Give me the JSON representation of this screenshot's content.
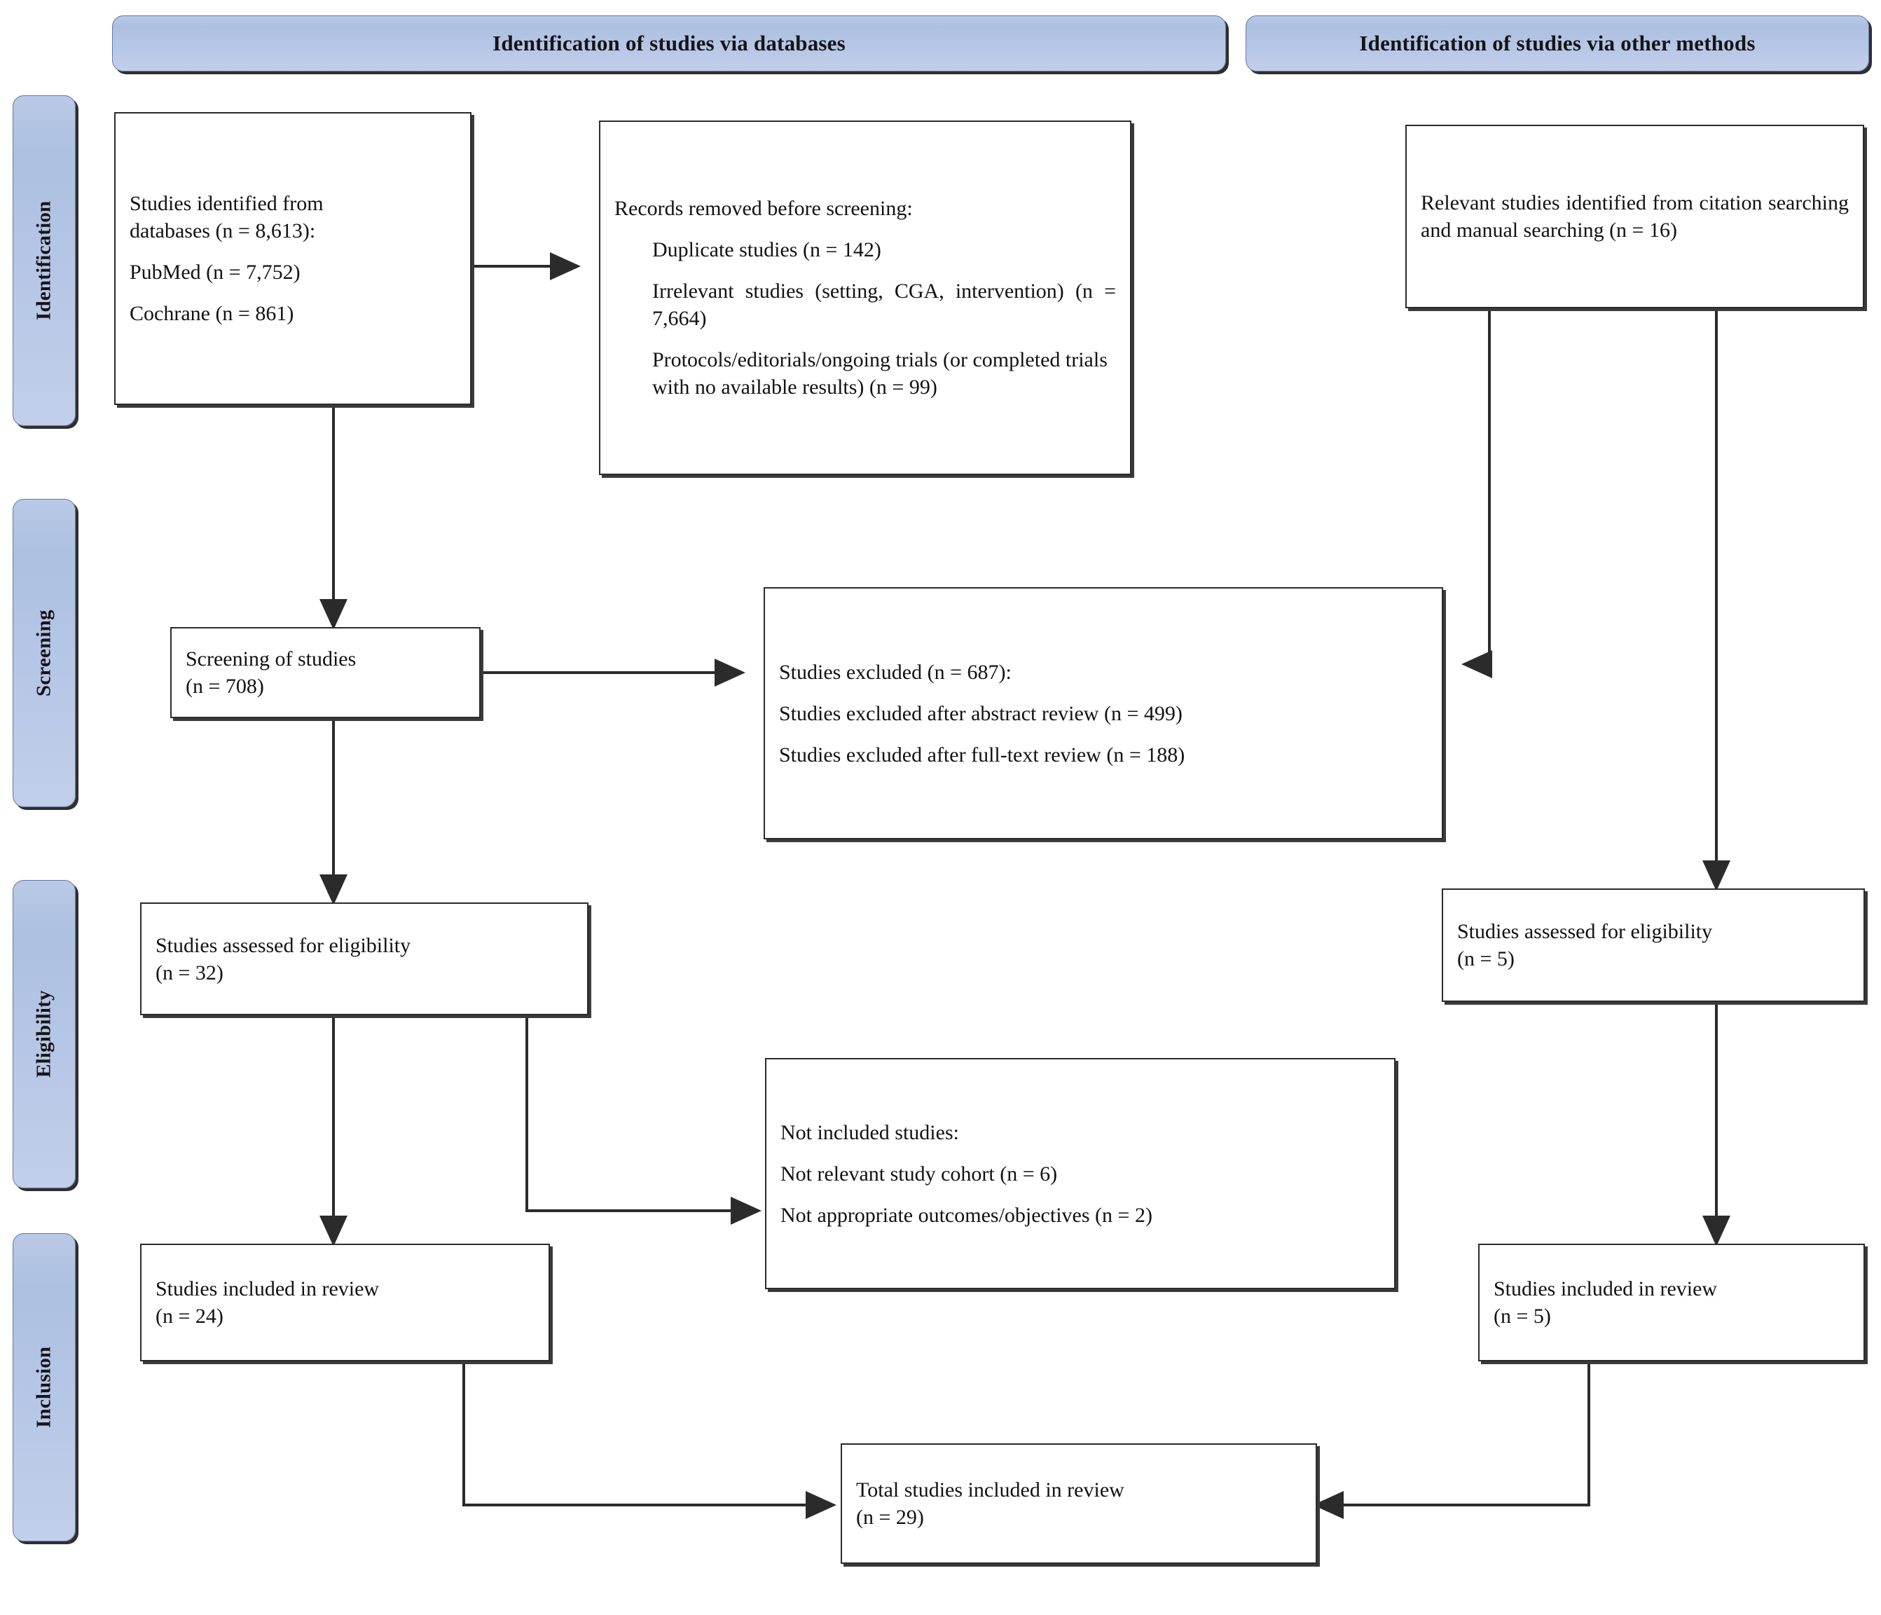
{
  "diagram": {
    "type": "prisma-flow-diagram",
    "banners": [
      {
        "id": "databases",
        "label": "Identification of studies via databases"
      },
      {
        "id": "other-methods",
        "label": "Identification of studies via other methods"
      }
    ],
    "stages": [
      {
        "id": "identification",
        "label": "Identification"
      },
      {
        "id": "screening",
        "label": "Screening"
      },
      {
        "id": "eligibility",
        "label": "Eligibility"
      },
      {
        "id": "inclusion",
        "label": "Inclusion"
      }
    ],
    "boxes": {
      "identified": {
        "line1": "Studies identified from",
        "line2": "databases (n = 8,613):",
        "line3": "PubMed (n = 7,752)",
        "line4": "Cochrane (n = 861)"
      },
      "removed": {
        "line1": "Records removed before screening:",
        "line2": "Duplicate studies (n = 142)",
        "line3": "Irrelevant studies (setting, CGA, intervention) (n = 7,664)",
        "line4": "Protocols/editorials/ongoing trials (or completed trials with no available results) (n = 99)"
      },
      "other_identified": {
        "line1": "Relevant studies identified from citation searching and manual searching (n = 16)"
      },
      "screening": {
        "line1": "Screening of studies",
        "line2": "(n = 708)"
      },
      "excluded": {
        "line1": "Studies excluded (n = 687):",
        "line2": "Studies excluded after abstract review (n = 499)",
        "line3": "Studies excluded after full-text review (n = 188)"
      },
      "eligibility_db": {
        "line1": "Studies assessed for eligibility",
        "line2": "(n = 32)"
      },
      "eligibility_other": {
        "line1": "Studies assessed for eligibility",
        "line2": "(n = 5)"
      },
      "not_included": {
        "line1": "Not included studies:",
        "line2": "Not relevant study cohort (n = 6)",
        "line3": "Not appropriate outcomes/objectives (n = 2)"
      },
      "included_db": {
        "line1": "Studies included in review",
        "line2": "(n = 24)"
      },
      "included_other": {
        "line1": "Studies included in review",
        "line2": "(n = 5)"
      },
      "total": {
        "line1": "Total studies included in review",
        "line2": "(n = 29)"
      }
    },
    "counts": {
      "databases_total": 8613,
      "pubmed": 7752,
      "cochrane": 861,
      "duplicates_removed": 142,
      "irrelevant_removed": 7664,
      "protocols_removed": 99,
      "screened": 708,
      "excluded_total": 687,
      "excluded_abstract": 499,
      "excluded_fulltext": 188,
      "eligibility_databases": 32,
      "eligibility_other": 5,
      "not_relevant_cohort": 6,
      "not_appropriate_outcomes": 2,
      "included_databases": 24,
      "included_other": 5,
      "other_methods_identified": 16,
      "total_included": 29
    },
    "colors": {
      "pill_fill": "#b4c7e7",
      "pill_border": "#5f7ba8",
      "box_border": "#2b2b2b",
      "shadow": "#3a3a3a",
      "text": "#121212",
      "background": "#ffffff"
    }
  }
}
